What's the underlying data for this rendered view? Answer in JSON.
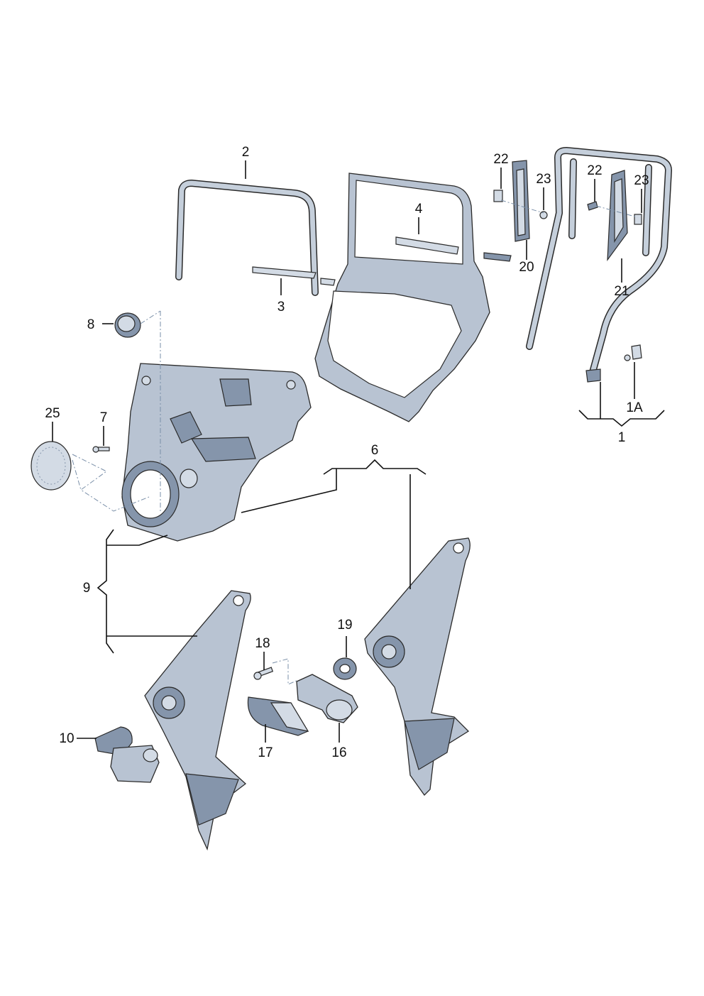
{
  "labels": {
    "l2": "2",
    "l3": "3",
    "l4": "4",
    "l22a": "22",
    "l23a": "23",
    "l20": "20",
    "l22b": "22",
    "l23b": "23",
    "l21": "21",
    "l8": "8",
    "l25": "25",
    "l7": "7",
    "l6": "6",
    "l1A": "1A",
    "l1": "1",
    "l9": "9",
    "l19": "19",
    "l18": "18",
    "l10": "10",
    "l17": "17",
    "l16": "16"
  }
}
